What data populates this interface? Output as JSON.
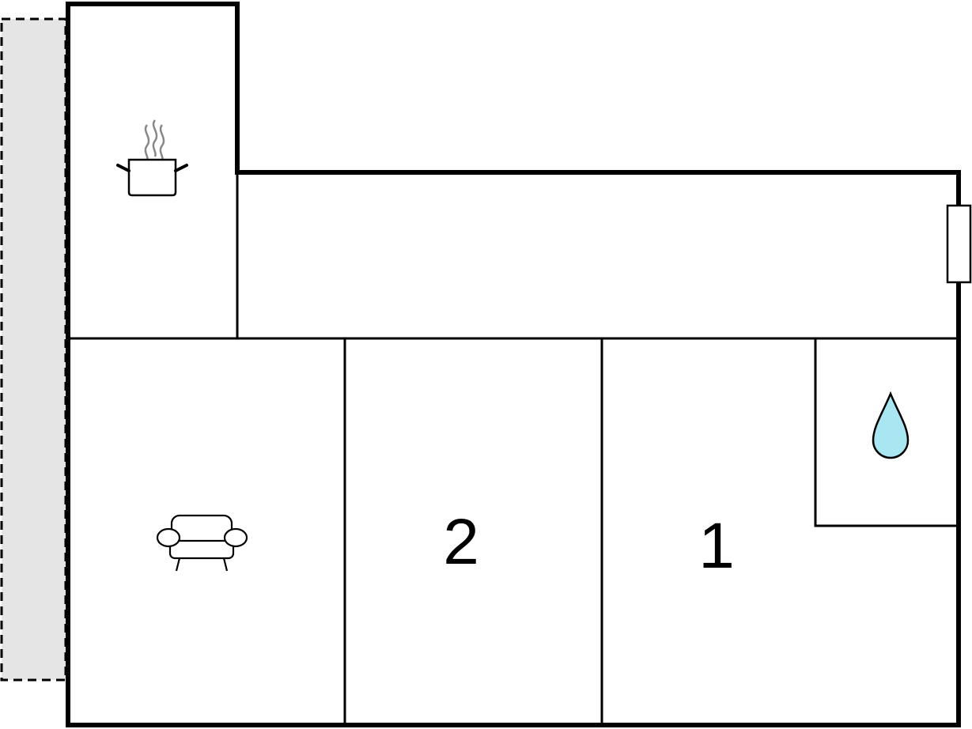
{
  "floor_plan": {
    "rooms": [
      {
        "id": "kitchen",
        "icon": "cooking-pot-icon"
      },
      {
        "id": "hallway",
        "icon": ""
      },
      {
        "id": "living-room",
        "icon": "armchair-icon"
      },
      {
        "id": "bedroom-2",
        "label": "2"
      },
      {
        "id": "bedroom-1",
        "label": "1"
      },
      {
        "id": "bathroom",
        "icon": "water-drop-icon"
      }
    ],
    "terrace": {
      "style": "dashed"
    },
    "colors": {
      "wall": "#000000",
      "terrace_fill": "#e5e5e5",
      "water_drop": "#a8e6f2",
      "steam": "#888888"
    }
  }
}
